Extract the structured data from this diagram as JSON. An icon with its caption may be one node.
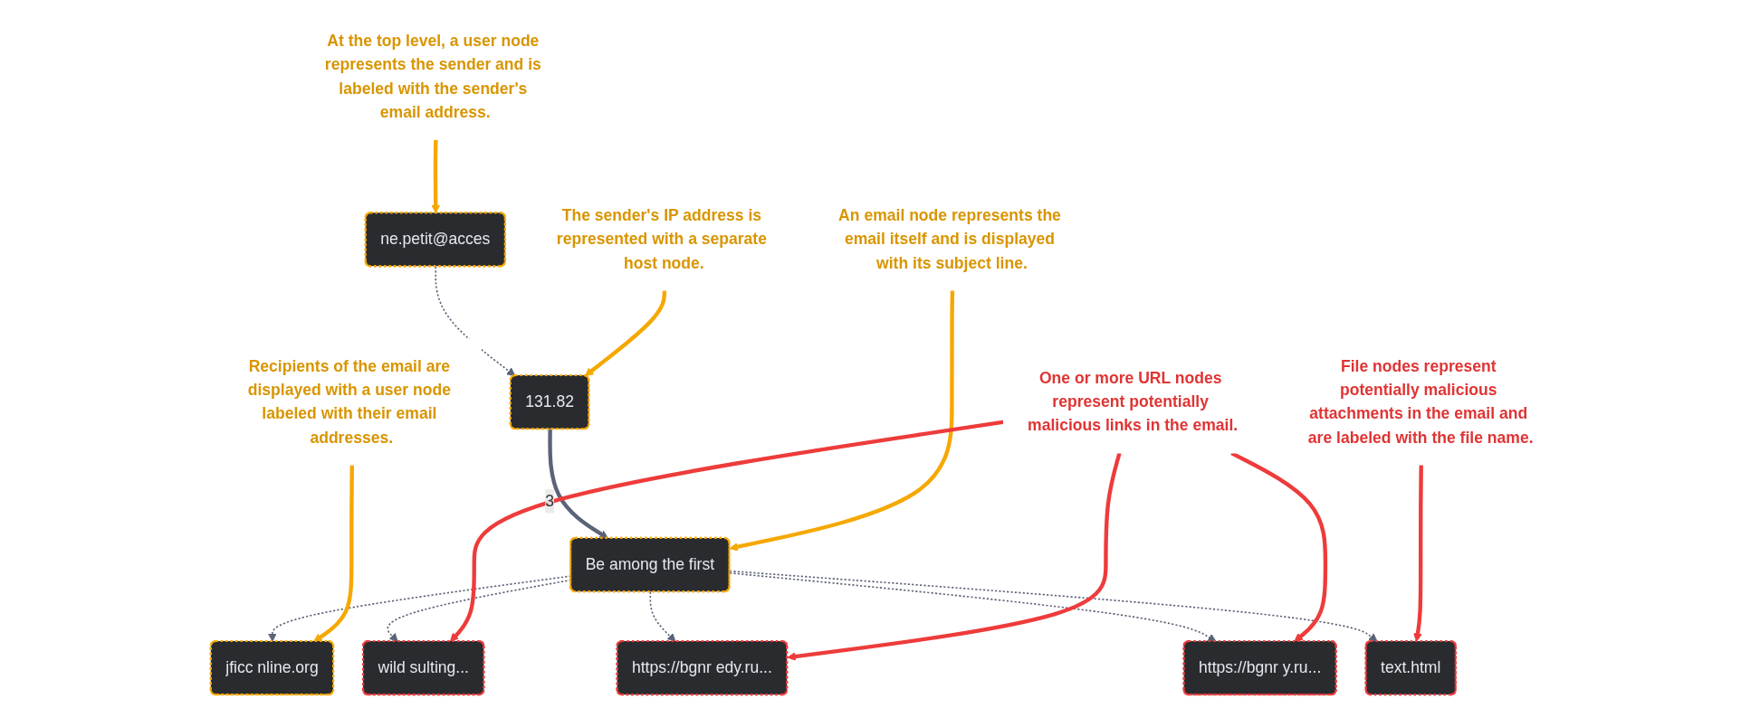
{
  "diagram": {
    "nodes": [
      {
        "text": [
          "ne.petit@acces"
        ]
      },
      {
        "text": [
          "131.82"
        ]
      },
      {
        "text": [
          "Be among the first"
        ]
      },
      {
        "text": [
          "jficc nline.org"
        ]
      },
      {
        "text": [
          "wild sulting..."
        ]
      },
      {
        "text": [
          "https://bgnr edy.ru..."
        ]
      },
      {
        "text": [
          "https://bgnr y.ru..."
        ]
      },
      {
        "text": [
          "text.html"
        ]
      },
      {
        "text": [
          "At the top level, a user node represents the sender and is labeled with the sender's email address."
        ]
      },
      {
        "text": [
          "The sender's IP address is represented with a separate host node."
        ]
      },
      {
        "text": [
          "An email node represents the email itself and is displayed with its subject line."
        ]
      },
      {
        "text": [
          "Recipients of the email are displayed with a user node labeled with their email addresses."
        ]
      },
      {
        "text": [
          "One or more URL nodes represent potentially malicious links in the email."
        ]
      },
      {
        "text": [
          "File nodes represent potentially malicious attachments in the email and are labeled with the file name."
        ]
      }
    ],
    "edges": [
      {
        "from": 0,
        "to": 1,
        "arrow": "to",
        "style": "dashed",
        "color": "#5b6378"
      },
      {
        "from": 1,
        "to": 2,
        "arrow": "to",
        "label": "3",
        "color": "#5b6378"
      },
      {
        "from": 2,
        "to": 3,
        "arrow": "to",
        "style": "dashed",
        "color": "#5b6378"
      },
      {
        "from": 2,
        "to": 4,
        "arrow": "to",
        "style": "dashed",
        "color": "#5b6378"
      },
      {
        "from": 2,
        "to": 5,
        "arrow": "to",
        "style": "dashed",
        "color": "#5b6378"
      },
      {
        "from": 2,
        "to": 6,
        "arrow": "to",
        "style": "dashed",
        "color": "#5b6378"
      },
      {
        "from": 2,
        "to": 7,
        "arrow": "to",
        "style": "dashed",
        "color": "#5b6378"
      },
      {
        "from": 8,
        "to": 0,
        "arrow": "to",
        "color": "#f5a800"
      },
      {
        "from": 9,
        "to": 1,
        "arrow": "to",
        "color": "#f5a800"
      },
      {
        "from": 10,
        "to": 2,
        "arrow": "to",
        "color": "#f5a800"
      },
      {
        "from": 11,
        "to": 3,
        "arrow": "to",
        "color": "#f5a800"
      },
      {
        "from": 12,
        "to": 4,
        "arrow": "to",
        "color": "#ee3b3b"
      },
      {
        "from": 12,
        "to": 5,
        "arrow": "to",
        "color": "#ee3b3b"
      },
      {
        "from": 12,
        "to": 6,
        "arrow": "to",
        "color": "#ee3b3b"
      },
      {
        "from": 13,
        "to": 7,
        "arrow": "to",
        "color": "#ee3b3b"
      }
    ]
  }
}
